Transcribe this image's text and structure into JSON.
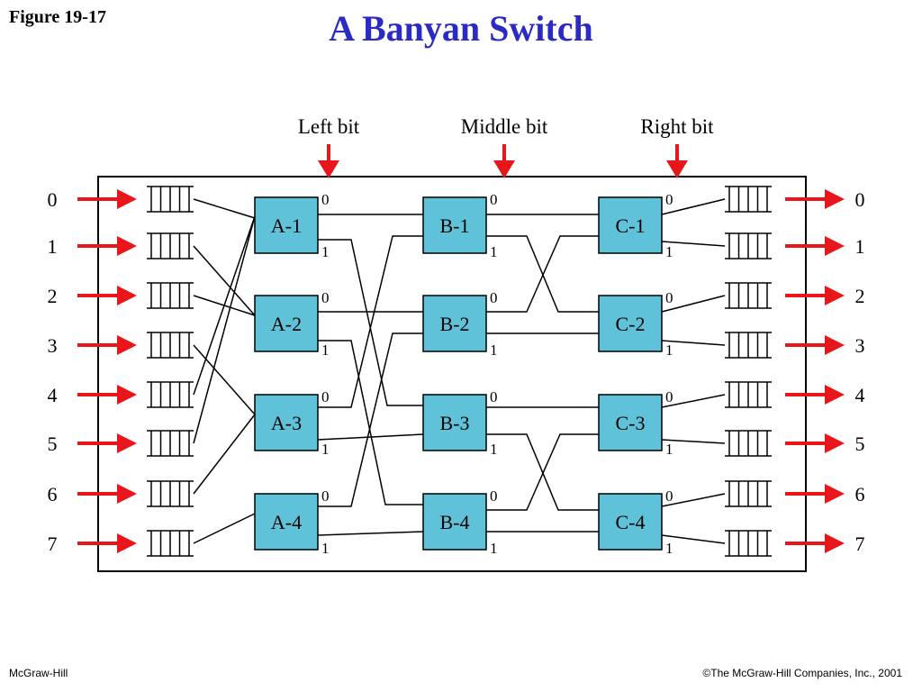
{
  "figure_label": "Figure 19-17",
  "title": "A Banyan Switch",
  "footer": {
    "left": "McGraw-Hill",
    "right": "©The McGraw-Hill Companies, Inc., 2001"
  },
  "bit_labels": [
    "Left bit",
    "Middle bit",
    "Right bit"
  ],
  "inputs": [
    "0",
    "1",
    "2",
    "3",
    "4",
    "5",
    "6",
    "7"
  ],
  "outputs": [
    "0",
    "1",
    "2",
    "3",
    "4",
    "5",
    "6",
    "7"
  ],
  "stages": [
    [
      "A-1",
      "A-2",
      "A-3",
      "A-4"
    ],
    [
      "B-1",
      "B-2",
      "B-3",
      "B-4"
    ],
    [
      "C-1",
      "C-2",
      "C-3",
      "C-4"
    ]
  ],
  "port_labels": [
    "0",
    "1"
  ],
  "colors": {
    "switch_fill": "#5fc2d9",
    "arrow": "#e8161b",
    "title": "#2b2bc4"
  }
}
